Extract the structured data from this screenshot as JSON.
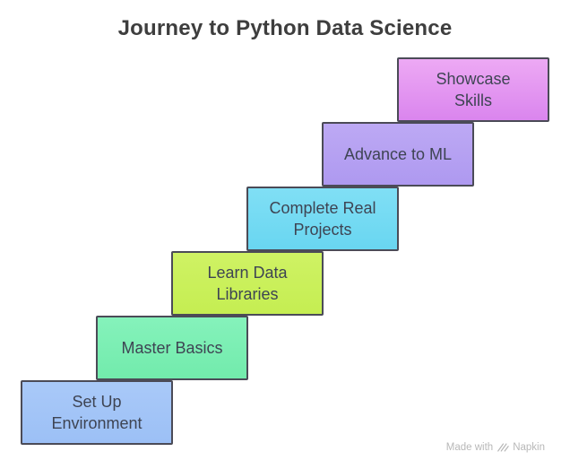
{
  "title": "Journey to Python Data Science",
  "title_color": "#3e3e3e",
  "border_color": "#4b4b57",
  "label_color": "#3e4453",
  "steps": [
    {
      "label": "Set Up Environment",
      "lines": [
        "Set Up",
        "Environment"
      ],
      "colors": {
        "top": "#a9c9f8",
        "bottom": "#9cc0f6"
      }
    },
    {
      "label": "Master Basics",
      "lines": [
        "Master Basics"
      ],
      "colors": {
        "top": "#85f2bb",
        "bottom": "#72ebac"
      }
    },
    {
      "label": "Learn Data Libraries",
      "lines": [
        "Learn Data",
        "Libraries"
      ],
      "colors": {
        "top": "#cff264",
        "bottom": "#c5ee52"
      }
    },
    {
      "label": "Complete Real Projects",
      "lines": [
        "Complete Real",
        "Projects"
      ],
      "colors": {
        "top": "#80dff5",
        "bottom": "#69d6f1"
      }
    },
    {
      "label": "Advance to ML",
      "lines": [
        "Advance to ML"
      ],
      "colors": {
        "top": "#bda9f4",
        "bottom": "#ae99f0"
      }
    },
    {
      "label": "Showcase Skills",
      "lines": [
        "Showcase",
        "Skills"
      ],
      "colors": {
        "top": "#eda9f4",
        "bottom": "#da85ee"
      }
    }
  ],
  "watermark": {
    "prefix": "Made with",
    "brand": "Napkin",
    "color": "#b8b8b8",
    "icon": "napkin-logo-icon"
  }
}
